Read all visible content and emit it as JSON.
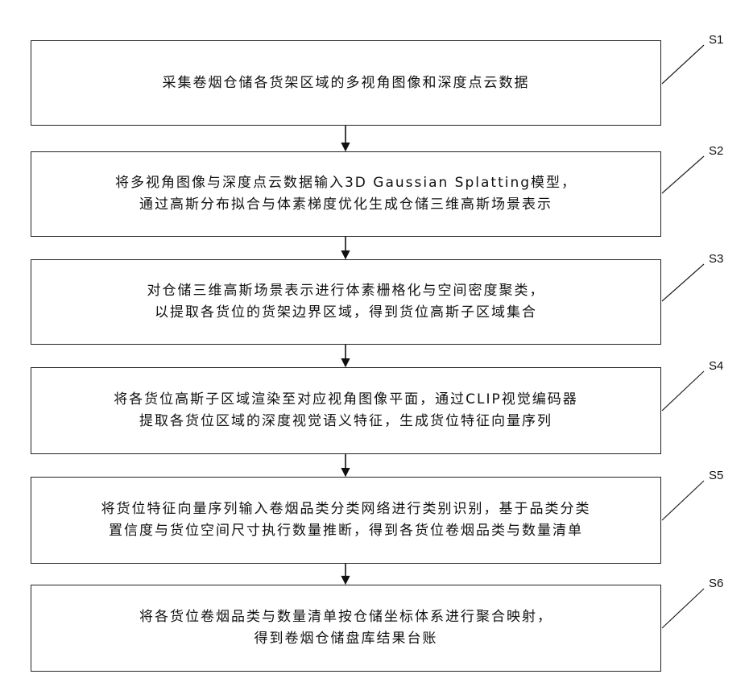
{
  "steps": [
    {
      "id": "S1",
      "lines": [
        "采集卷烟仓储各货架区域的多视角图像和深度点云数据"
      ]
    },
    {
      "id": "S2",
      "lines": [
        "将多视角图像与深度点云数据输入3D Gaussian Splatting模型，",
        "通过高斯分布拟合与体素梯度优化生成仓储三维高斯场景表示"
      ]
    },
    {
      "id": "S3",
      "lines": [
        "对仓储三维高斯场景表示进行体素栅格化与空间密度聚类，",
        "以提取各货位的货架边界区域，得到货位高斯子区域集合"
      ]
    },
    {
      "id": "S4",
      "lines": [
        "将各货位高斯子区域渲染至对应视角图像平面，通过CLIP视觉编码器",
        "提取各货位区域的深度视觉语义特征，生成货位特征向量序列"
      ]
    },
    {
      "id": "S5",
      "lines": [
        "将货位特征向量序列输入卷烟品类分类网络进行类别识别，基于品类分类",
        "置信度与货位空间尺寸执行数量推断，得到各货位卷烟品类与数量清单"
      ]
    },
    {
      "id": "S6",
      "lines": [
        "将各货位卷烟品类与数量清单按仓储坐标体系进行聚合映射，",
        "得到卷烟仓储盘库结果台账"
      ]
    }
  ]
}
